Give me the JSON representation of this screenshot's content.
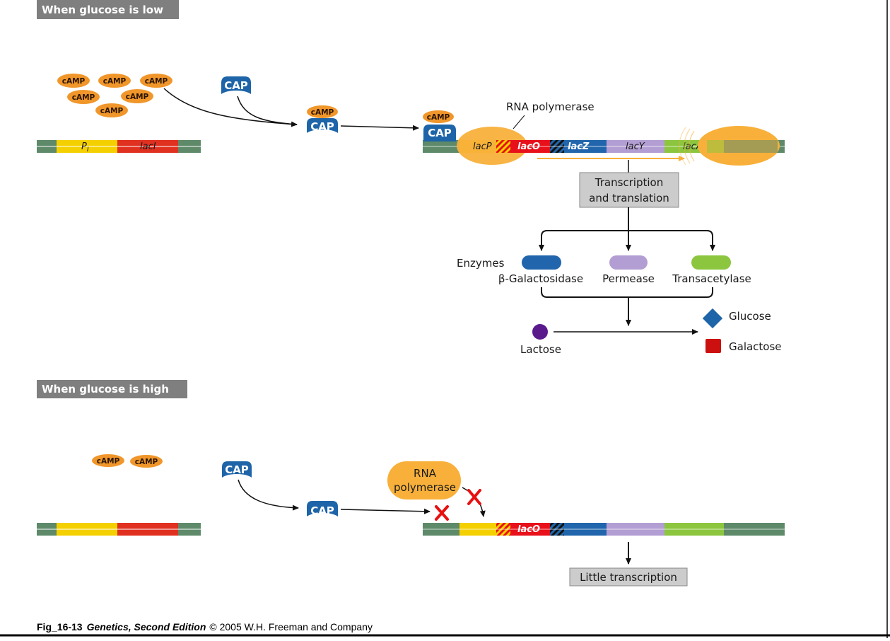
{
  "header_low": "When glucose is low",
  "header_high": "When glucose is high",
  "camp_label": "cAMP",
  "cap_label": "CAP",
  "repressor_gene": {
    "promoter_main": "P",
    "promoter_sub": "I",
    "gene": "lacI"
  },
  "operon_genes": {
    "lacP": "lacP",
    "lacO": "lacO",
    "lacZ": "lacZ",
    "lacY": "lacY",
    "lacA": "lacA"
  },
  "rna_polymerase_label": "RNA polymerase",
  "rna_polymerase_blocked_line1": "RNA",
  "rna_polymerase_blocked_line2": "polymerase",
  "process_box_line1": "Transcription",
  "process_box_line2": "and translation",
  "enzymes_label": "Enzymes",
  "enzymes": [
    {
      "name": "β-Galactosidase",
      "color": "#2166ac"
    },
    {
      "name": "Permease",
      "color": "#b39ed3"
    },
    {
      "name": "Transacetylase",
      "color": "#8cc63f"
    }
  ],
  "lactose_label": "Lactose",
  "glucose_label": "Glucose",
  "galactose_label": "Galactose",
  "little_transcription": "Little transcription",
  "footer": {
    "fig": "Fig_16-13",
    "book": "Genetics, Second Edition",
    "rest": "© 2005 W.H. Freeman and Company"
  },
  "colors": {
    "dna": "#5e8a6a",
    "promoter": "#f5d000",
    "repressor": "#e03020",
    "operator": "#e8101a",
    "lacZ": "#2166ac",
    "lacY": "#b39ed3",
    "lacA": "#8cc63f",
    "camp": "#f0962a",
    "cap": "#1e64a8",
    "polymerase": "#f8b03a",
    "header": "#7f7f7f",
    "box": "#cccccc"
  }
}
